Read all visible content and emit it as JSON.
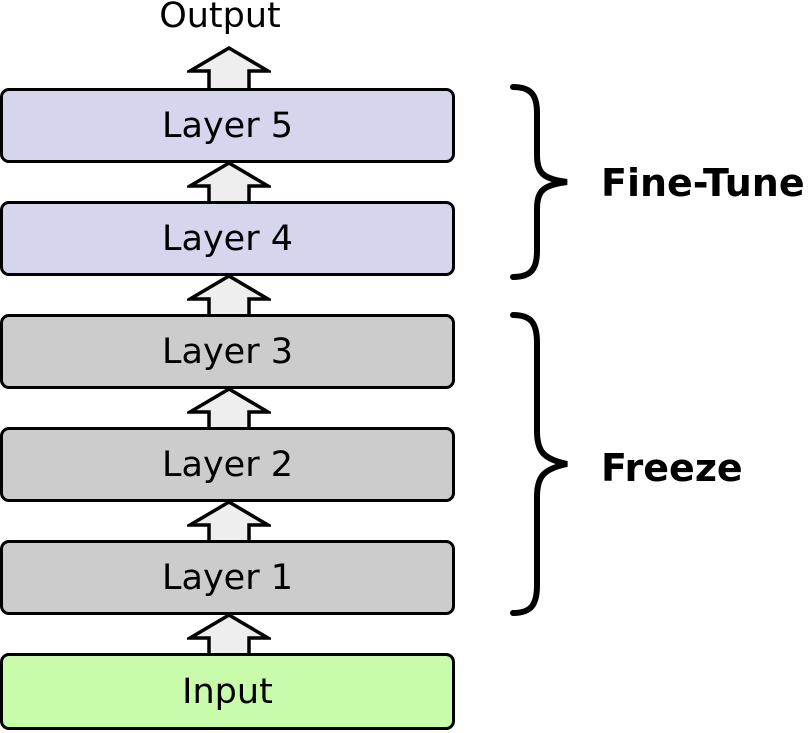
{
  "diagram": {
    "output_label": "Output",
    "boxes": [
      {
        "label": "Layer 5",
        "group": "fine-tune",
        "fill": "#d6d5ee"
      },
      {
        "label": "Layer 4",
        "group": "fine-tune",
        "fill": "#d6d5ee"
      },
      {
        "label": "Layer 3",
        "group": "freeze",
        "fill": "#cccccc"
      },
      {
        "label": "Layer 2",
        "group": "freeze",
        "fill": "#cccccc"
      },
      {
        "label": "Layer 1",
        "group": "freeze",
        "fill": "#cccccc"
      },
      {
        "label": "Input",
        "group": "input",
        "fill": "#c8fcaa"
      }
    ],
    "groups": [
      {
        "label": "Fine-Tune",
        "layers": [
          "Layer 4",
          "Layer 5"
        ]
      },
      {
        "label": "Freeze",
        "layers": [
          "Layer 1",
          "Layer 2",
          "Layer 3"
        ]
      }
    ],
    "colors": {
      "fine_tune_fill": "#d6d5ee",
      "freeze_fill": "#cccccc",
      "input_fill": "#c8fcaa",
      "arrow_fill": "#eeeeee",
      "outline": "#000000"
    }
  }
}
